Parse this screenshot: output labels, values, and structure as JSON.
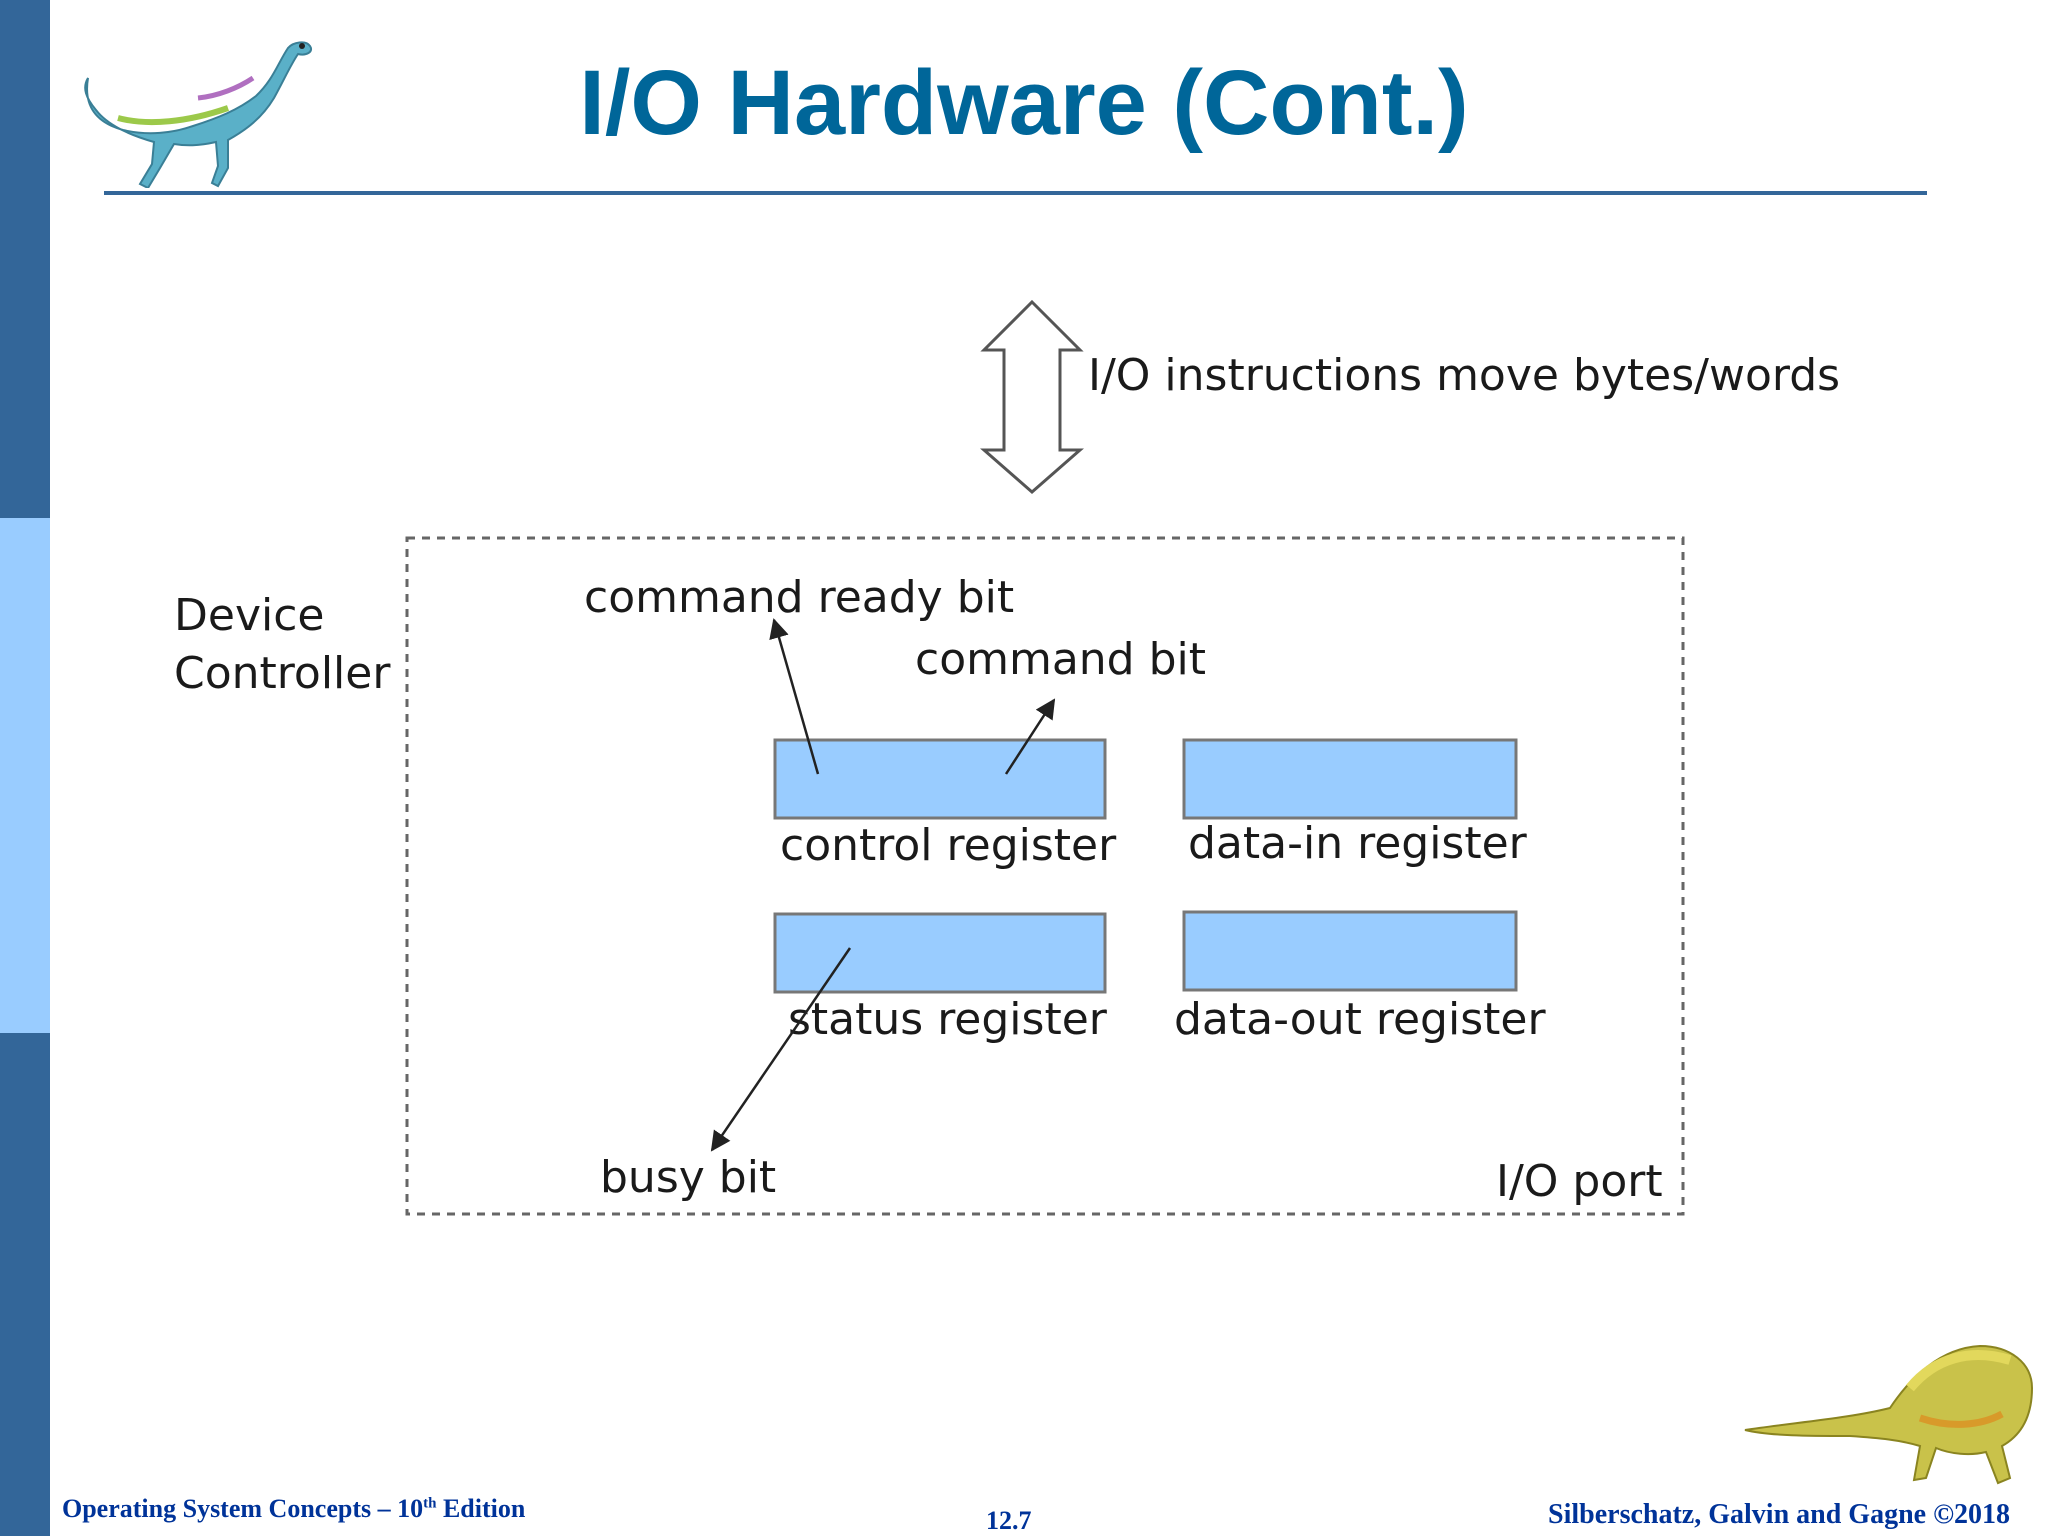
{
  "slide": {
    "title": "I/O Hardware (Cont.)"
  },
  "diagram": {
    "io_instructions_label": "I/O instructions move bytes/words",
    "device_controller_label_line1": "Device",
    "device_controller_label_line2": "Controller",
    "command_ready_bit_label": "command ready bit",
    "command_bit_label": "command bit",
    "control_register_label": "control register",
    "data_in_register_label": "data-in register",
    "status_register_label": "status register",
    "data_out_register_label": "data-out register",
    "busy_bit_label": "busy bit",
    "io_port_label": "I/O port",
    "colors": {
      "register_fill": "#99ccff",
      "register_stroke": "#777777",
      "dashed_border": "#666666"
    }
  },
  "footer": {
    "book_title_prefix": "Operating System Concepts – 10",
    "book_title_sup": "th",
    "book_title_suffix": " Edition",
    "page_number": "12.7",
    "copyright": "Silberschatz, Galvin and Gagne ©2018"
  },
  "colors": {
    "title": "#006699",
    "sidebar_dark": "#336699",
    "sidebar_light": "#99ccff",
    "footer_text": "#003399"
  }
}
